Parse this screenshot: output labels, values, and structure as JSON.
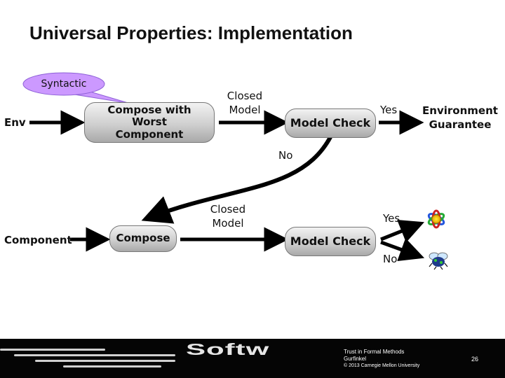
{
  "title": "Universal Properties: Implementation",
  "callout": "Syntactic",
  "top_row": {
    "input": "Env",
    "compose_box": "Compose with Worst Component",
    "closed_model": "Closed Model",
    "check_box": "Model Check",
    "yes": "Yes",
    "result": "Environment Guarantee",
    "no": "No"
  },
  "bottom_row": {
    "input": "Component",
    "compose_box": "Compose",
    "closed_model": "Closed Model",
    "check_box": "Model Check",
    "yes": "Yes",
    "no": "No"
  },
  "icons": {
    "success": "colorful-atom-icon",
    "failure": "bug-icon"
  },
  "footer": {
    "logo": "Softw",
    "line1": "Trust in Formal Methods",
    "line2": "Gurfinkel",
    "line3": "© 2013 Carnegie Mellon University",
    "page": "26"
  },
  "colors": {
    "callout_fill": "#cc99ff",
    "callout_border": "#8c5fd6",
    "arrow": "#000000",
    "footer_bg": "#050505"
  }
}
